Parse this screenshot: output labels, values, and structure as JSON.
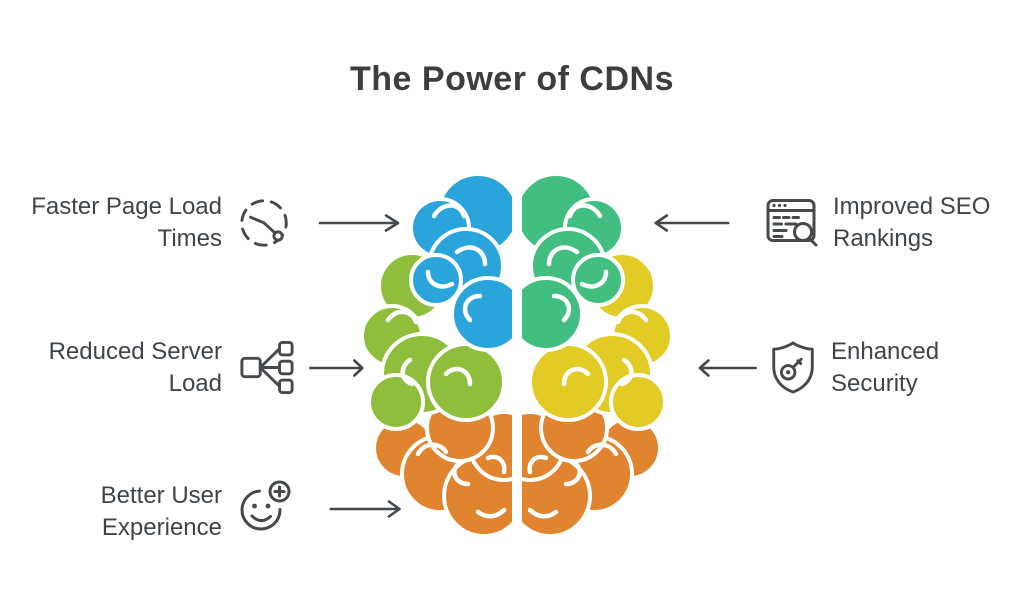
{
  "title": "The Power of CDNs",
  "colors": {
    "blue": "#2AA5DC",
    "green": "#41BE80",
    "olive": "#8FBE3C",
    "yellow": "#E2CB24",
    "orange": "#E08430",
    "line": "#45494C",
    "text": "#3F4449",
    "title": "#3D3D3F"
  },
  "center": {
    "illustration": "split-brain-illustration"
  },
  "left_items": [
    {
      "label": "Faster Page Load Times",
      "lines": [
        "Faster Page Load",
        "Times"
      ],
      "icon": "clock-icon",
      "arrow": "right"
    },
    {
      "label": "Reduced Server Load",
      "lines": [
        "Reduced Server",
        "Load"
      ],
      "icon": "network-icon",
      "arrow": "right"
    },
    {
      "label": "Better User Experience",
      "lines": [
        "Better User",
        "Experience"
      ],
      "icon": "smiley-plus-icon",
      "arrow": "right"
    }
  ],
  "right_items": [
    {
      "label": "Improved SEO Rankings",
      "lines": [
        "Improved SEO",
        "Rankings"
      ],
      "icon": "seo-search-icon",
      "arrow": "left"
    },
    {
      "label": "Enhanced Security",
      "lines": [
        "Enhanced",
        "Security"
      ],
      "icon": "shield-key-icon",
      "arrow": "left"
    }
  ]
}
